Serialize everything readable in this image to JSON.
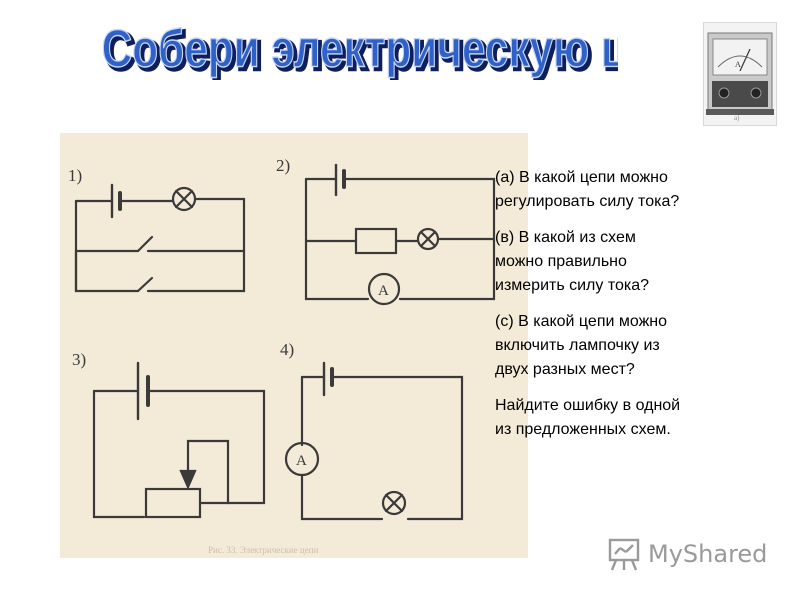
{
  "title": "Собери электрическую цепь",
  "meter_photo": {
    "caption": "а)",
    "meter_letter": "A"
  },
  "circuits": [
    {
      "label": "1)"
    },
    {
      "label": "2)",
      "meter_letter": "A"
    },
    {
      "label": "3)"
    },
    {
      "label": "4)",
      "meter_letter": "A"
    }
  ],
  "scan_caption": "Рис. 33. Электрические цепи",
  "questions": [
    "(а) В какой цепи можно\n регулировать силу тока?",
    "(в) В какой из схем\nможно правильно\nизмерить силу тока?",
    "(с) В какой цепи можно\nвключить лампочку из\nдвух разных мест?",
    "Найдите ошибку в одной\nиз предложенных схем."
  ],
  "watermark": {
    "text": "MyShared",
    "icon": "presentation-board-icon"
  },
  "colors": {
    "title_fill": "#2f62c9",
    "title_shadow": "#0f1f5c",
    "scan_bg": "#f4ead8",
    "ink": "#3a3a3a"
  }
}
